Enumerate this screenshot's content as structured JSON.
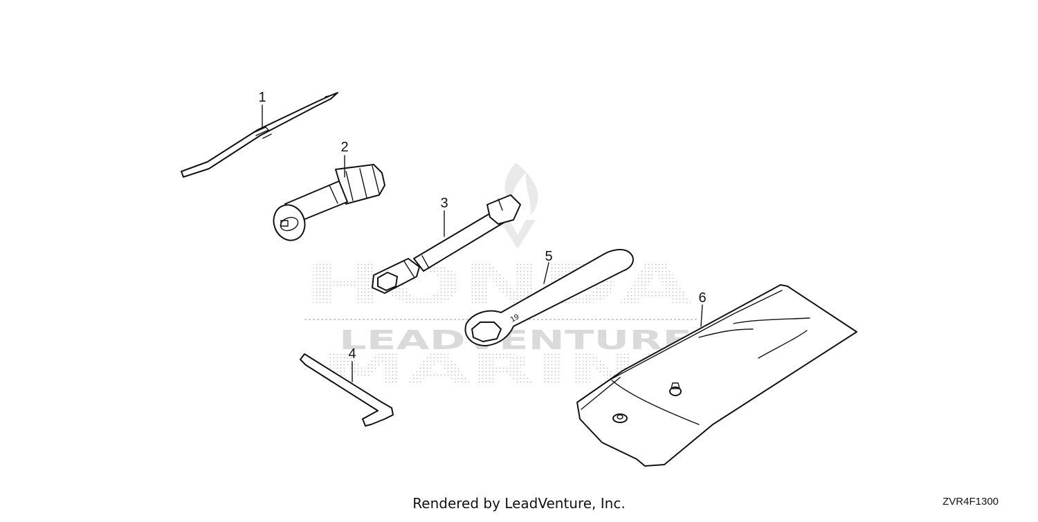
{
  "callouts": [
    "1",
    "2",
    "3",
    "4",
    "5",
    "6"
  ],
  "wrench_stamp": "19",
  "watermark": {
    "line1": "HONDA",
    "line2": "LEADVENTURE",
    "line3": "MARINE"
  },
  "credit": "Rendered by LeadVenture, Inc.",
  "drawing_code": "ZVR4F1300"
}
